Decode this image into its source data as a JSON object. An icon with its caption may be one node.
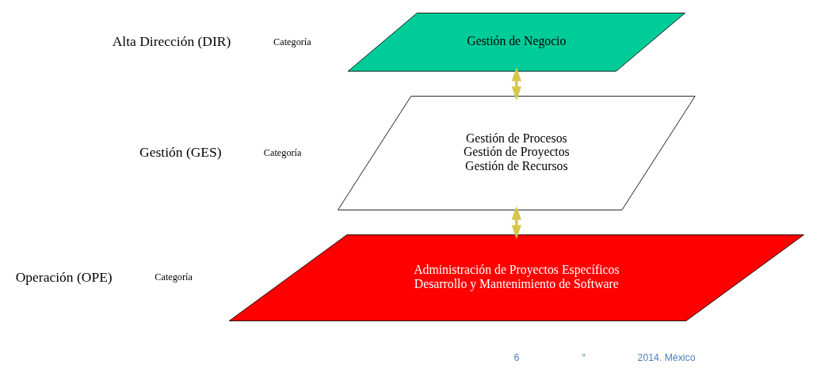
{
  "diagram": {
    "nodes": [
      {
        "text": [
          "Gestión de Negocio"
        ],
        "beside": [
          "Alta Dirección (DIR)",
          "Categoría"
        ]
      },
      {
        "text": [
          "Gestión de Procesos",
          "Gestión de Proyectos",
          "Gestión de Recursos"
        ],
        "beside": [
          "Gestión (GES)",
          "Categoría"
        ]
      },
      {
        "text": [
          "Administración de Proyectos Específicos",
          "Desarrollo y Mantenimiento de Software"
        ],
        "beside": [
          "Operación (OPE)",
          "Categoría"
        ]
      }
    ],
    "edges": [
      {
        "from": 0,
        "to": 1,
        "arrow": "both"
      },
      {
        "from": 1,
        "to": 2,
        "arrow": "both"
      }
    ],
    "labels": [
      "6",
      "“",
      "2014. México"
    ]
  }
}
